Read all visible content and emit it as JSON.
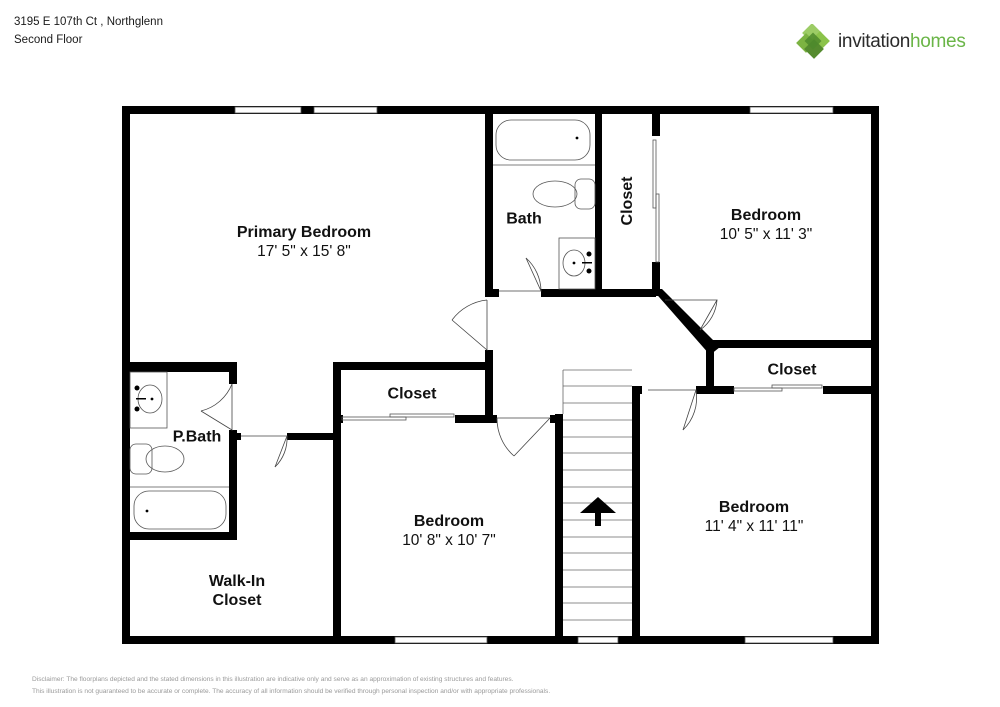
{
  "header": {
    "address": "3195 E 107th Ct , Northglenn",
    "floor": "Second Floor"
  },
  "logo": {
    "word1": "invitation",
    "word2": "homes",
    "icon": "diamond-cluster-logo-icon",
    "colors": {
      "dark": "#2b2b2b",
      "green": "#6ab547",
      "light_green": "#9ccc65"
    }
  },
  "rooms": [
    {
      "id": "primary-bedroom",
      "name": "Primary Bedroom",
      "dims": "17' 5\" x 15' 8\""
    },
    {
      "id": "bath",
      "name": "Bath",
      "dims": ""
    },
    {
      "id": "hall-closet-vertical",
      "name": "Closet",
      "dims": ""
    },
    {
      "id": "bedroom-ne",
      "name": "Bedroom",
      "dims": "10' 5\" x 11' 3\""
    },
    {
      "id": "closet-ne",
      "name": "Closet",
      "dims": ""
    },
    {
      "id": "p-bath",
      "name": "P.Bath",
      "dims": ""
    },
    {
      "id": "closet-center",
      "name": "Closet",
      "dims": ""
    },
    {
      "id": "bedroom-center",
      "name": "Bedroom",
      "dims": "10' 8\" x 10' 7\""
    },
    {
      "id": "bedroom-se",
      "name": "Bedroom",
      "dims": "11' 4\" x 11' 11\""
    },
    {
      "id": "walk-in-closet",
      "name": "Walk-In\nCloset",
      "name_line1": "Walk-In",
      "name_line2": "Closet",
      "dims": ""
    }
  ],
  "stairs": {
    "direction_icon": "up-arrow-icon"
  },
  "disclaimer": {
    "line1": "Disclaimer: The floorplans depicted and the stated dimensions in this illustration are indicative only and serve as an approximation of existing structures and features.",
    "line2": "This illustration is not guaranteed to be accurate or complete. The accuracy of all information should be verified through personal inspection and/or with appropriate professionals."
  }
}
